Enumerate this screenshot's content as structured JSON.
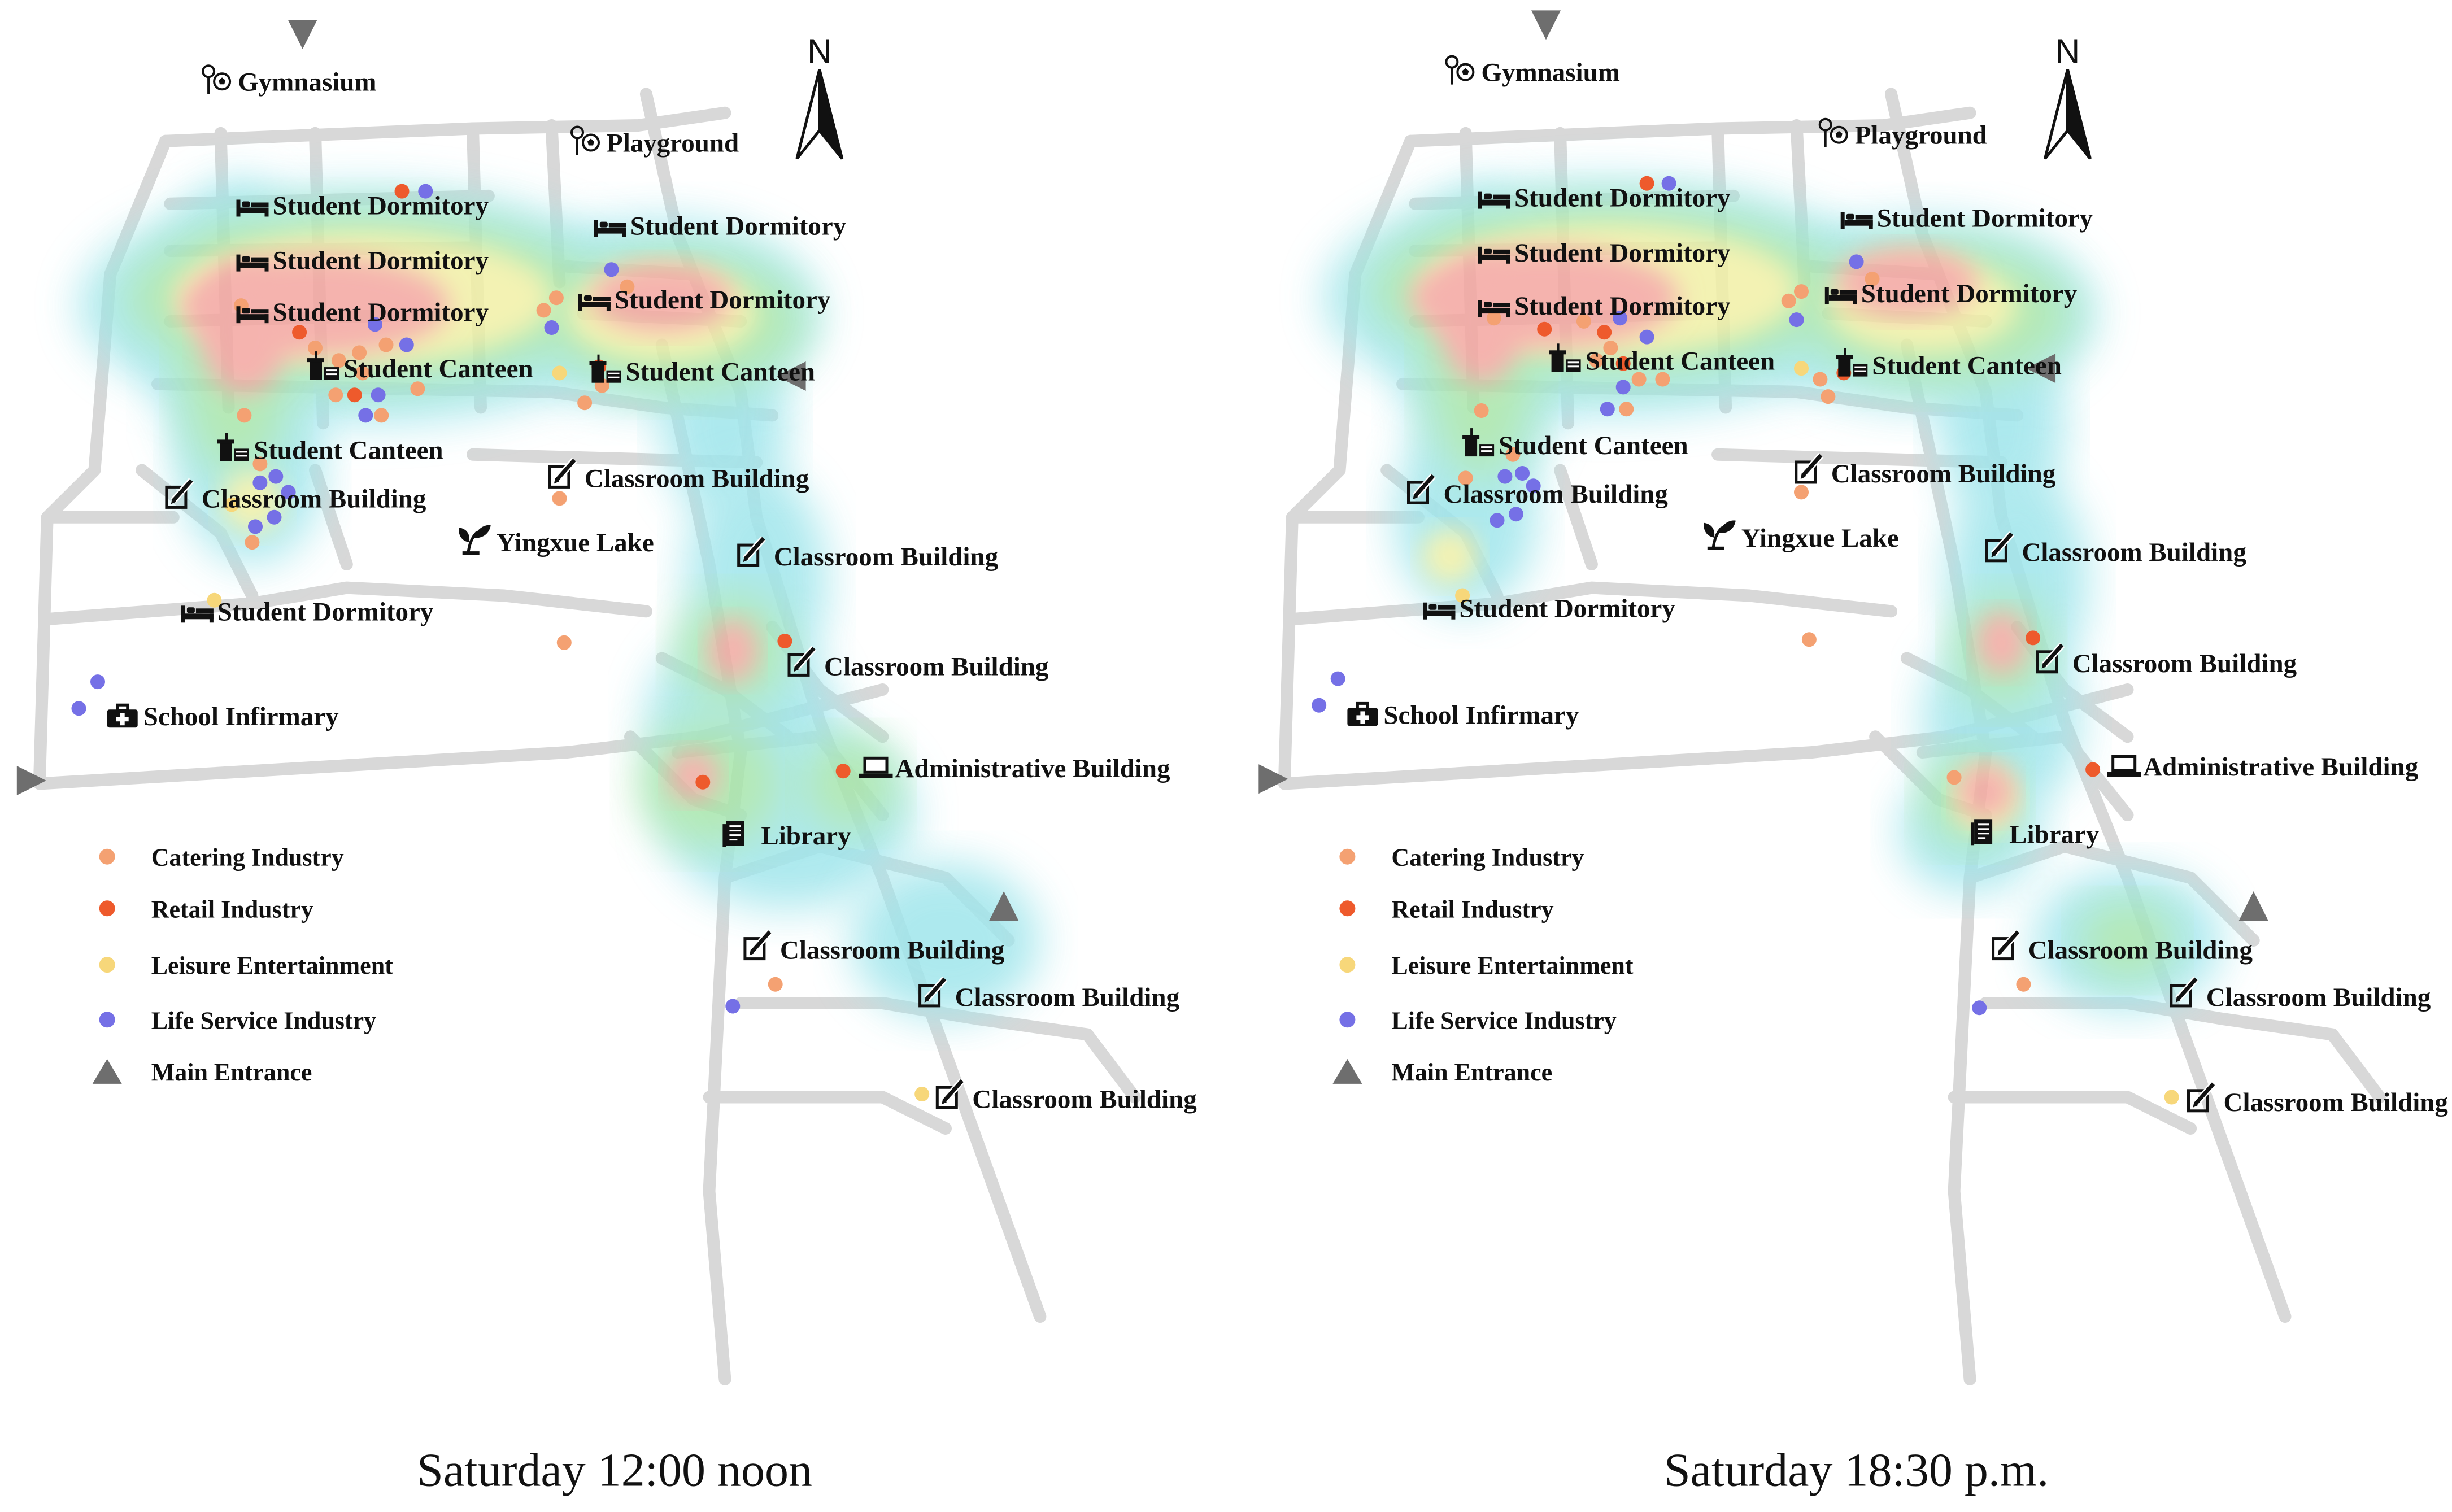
{
  "maps": [
    {
      "caption": "Saturday 12:00 noon",
      "north_label": "N",
      "labels": [
        "Gymnasium",
        "Playground",
        "Student Dormitory",
        "Student Dormitory",
        "Student Dormitory",
        "Student Dormitory",
        "Student Dormitory",
        "Student Canteen",
        "Student Canteen",
        "Student Canteen",
        "Classroom Building",
        "Classroom Building",
        "Yingxue Lake",
        "Classroom Building",
        "Student Dormitory",
        "Classroom Building",
        "School Infirmary",
        "Administrative Building",
        "Library",
        "Classroom Building",
        "Classroom Building",
        "Classroom Building"
      ],
      "legend": [
        "Catering Industry",
        "Retail Industry",
        "Leisure Entertainment",
        "Life Service Industry",
        "Main Entrance"
      ]
    },
    {
      "caption": "Saturday 18:30 p.m.",
      "north_label": "N",
      "labels": [
        "Gymnasium",
        "Playground",
        "Student Dormitory",
        "Student Dormitory",
        "Student Dormitory",
        "Student Dormitory",
        "Student Dormitory",
        "Student Canteen",
        "Student Canteen",
        "Student Canteen",
        "Classroom Building",
        "Classroom Building",
        "Yingxue Lake",
        "Classroom Building",
        "Student Dormitory",
        "Classroom Building",
        "School Infirmary",
        "Administrative Building",
        "Library",
        "Classroom Building",
        "Classroom Building",
        "Classroom Building"
      ],
      "legend": [
        "Catering Industry",
        "Retail Industry",
        "Leisure Entertainment",
        "Life Service Industry",
        "Main Entrance"
      ]
    }
  ],
  "icons": {
    "Gymnasium": "sports-ball-pin-icon",
    "Playground": "sports-ball-pin-icon",
    "Student Dormitory": "bed-icon",
    "Student Canteen": "cup-food-icon",
    "Classroom Building": "pencil-square-icon",
    "Yingxue Lake": "plant-icon",
    "School Infirmary": "medical-kit-icon",
    "Administrative Building": "laptop-icon",
    "Library": "document-icon"
  },
  "colors": {
    "Catering Industry": "#F4A172",
    "Retail Industry": "#EE5A2C",
    "Leisure Entertainment": "#F7D77A",
    "Life Service Industry": "#7570E6",
    "Main Entrance": "#6E6E6E",
    "Road": "#D8D8D8"
  }
}
